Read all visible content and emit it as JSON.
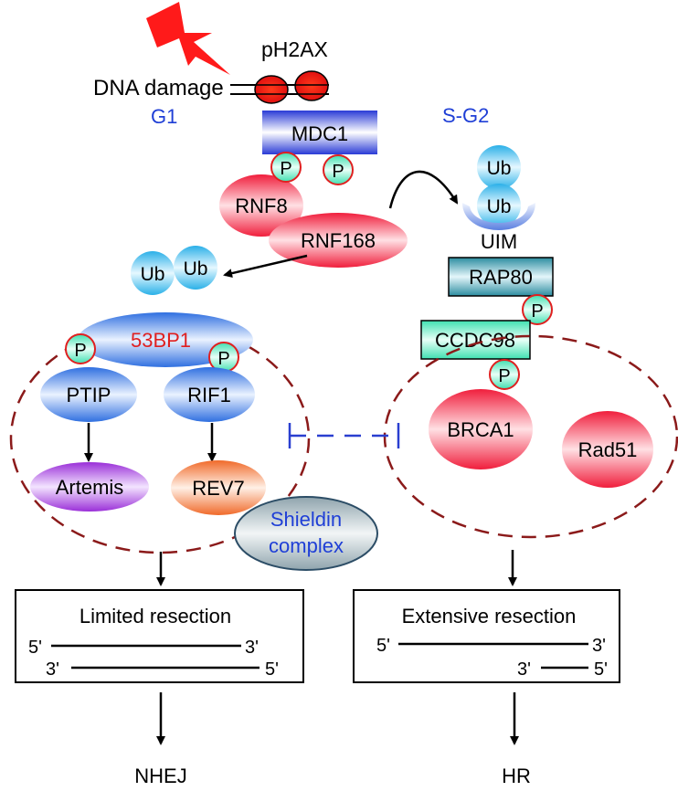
{
  "labels": {
    "dna_damage": "DNA damage",
    "ph2ax": "pH2AX",
    "g1": "G1",
    "s_g2": "S-G2",
    "mdc1": "MDC1",
    "p": "P",
    "rnf8": "RNF8",
    "rnf168": "RNF168",
    "ub": "Ub",
    "uim": "UIM",
    "rap80": "RAP80",
    "ccdc98": "CCDC98",
    "bp53": "53BP1",
    "ptip": "PTIP",
    "rif1": "RIF1",
    "artemis": "Artemis",
    "rev7": "REV7",
    "shieldin_line1": "Shieldin",
    "shieldin_line2": "complex",
    "brca1": "BRCA1",
    "rad51": "Rad51",
    "limited_resection": "Limited resection",
    "extensive_resection": "Extensive resection",
    "five_prime": "5'",
    "three_prime": "3'",
    "nhej": "NHEJ",
    "hr": "HR"
  },
  "colors": {
    "label_blue": "#1f3fd6",
    "label_red": "#e02020",
    "dashed_circle": "#8b1a1a",
    "inhibit_line": "#2a3fd0"
  }
}
